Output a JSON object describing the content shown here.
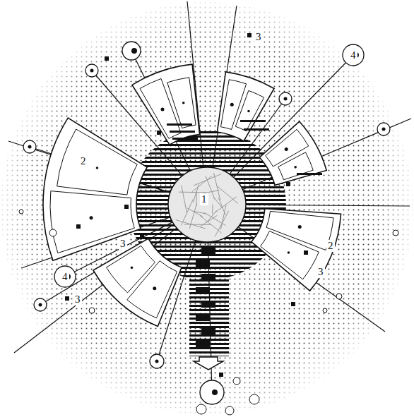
{
  "diagram": {
    "labels": [
      "3",
      "4",
      "2",
      "1",
      "3",
      "2",
      "3",
      "4",
      "3"
    ]
  }
}
